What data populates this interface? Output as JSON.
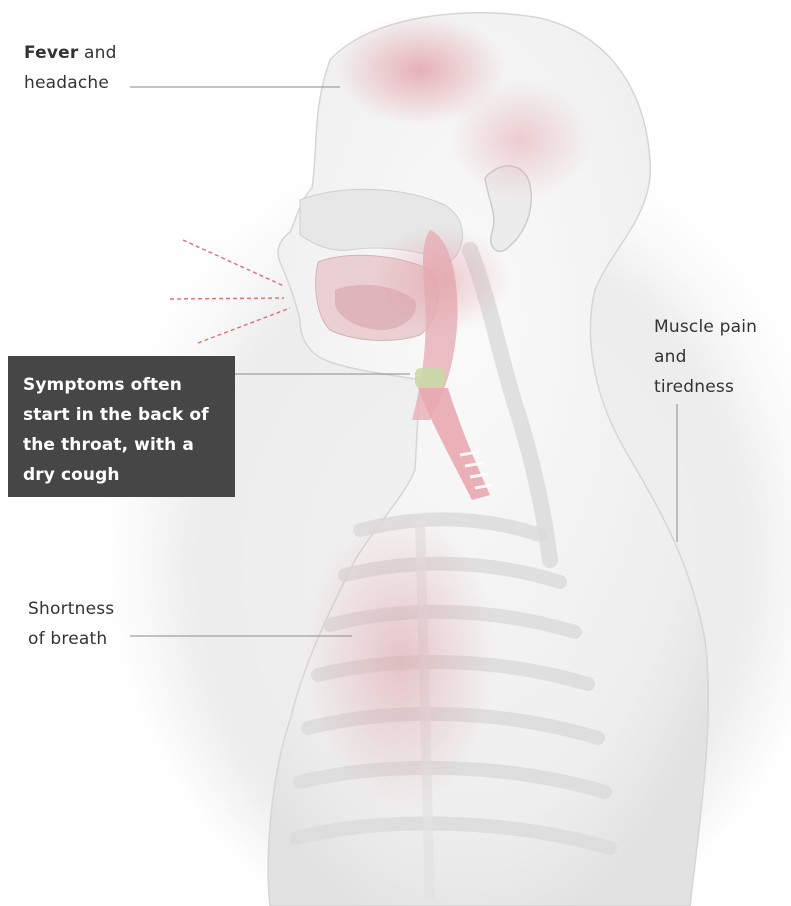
{
  "labels": {
    "fever_bold": "Fever",
    "fever_rest": " and",
    "fever_line2": "headache",
    "muscle": [
      "Muscle pain",
      "and",
      "tiredness"
    ],
    "breath": [
      "Shortness",
      "of breath"
    ],
    "throat_callout": "Symptoms often start in the back of the throat, with a dry cough"
  },
  "colors": {
    "callout_background": "#464646",
    "callout_text": "#ffffff",
    "label_text": "#333333",
    "leader_line": "#8a8a8a",
    "inflammation": "#e2a0a8",
    "cough_dashes": "#e07070",
    "trachea": "#e9a9b0"
  }
}
